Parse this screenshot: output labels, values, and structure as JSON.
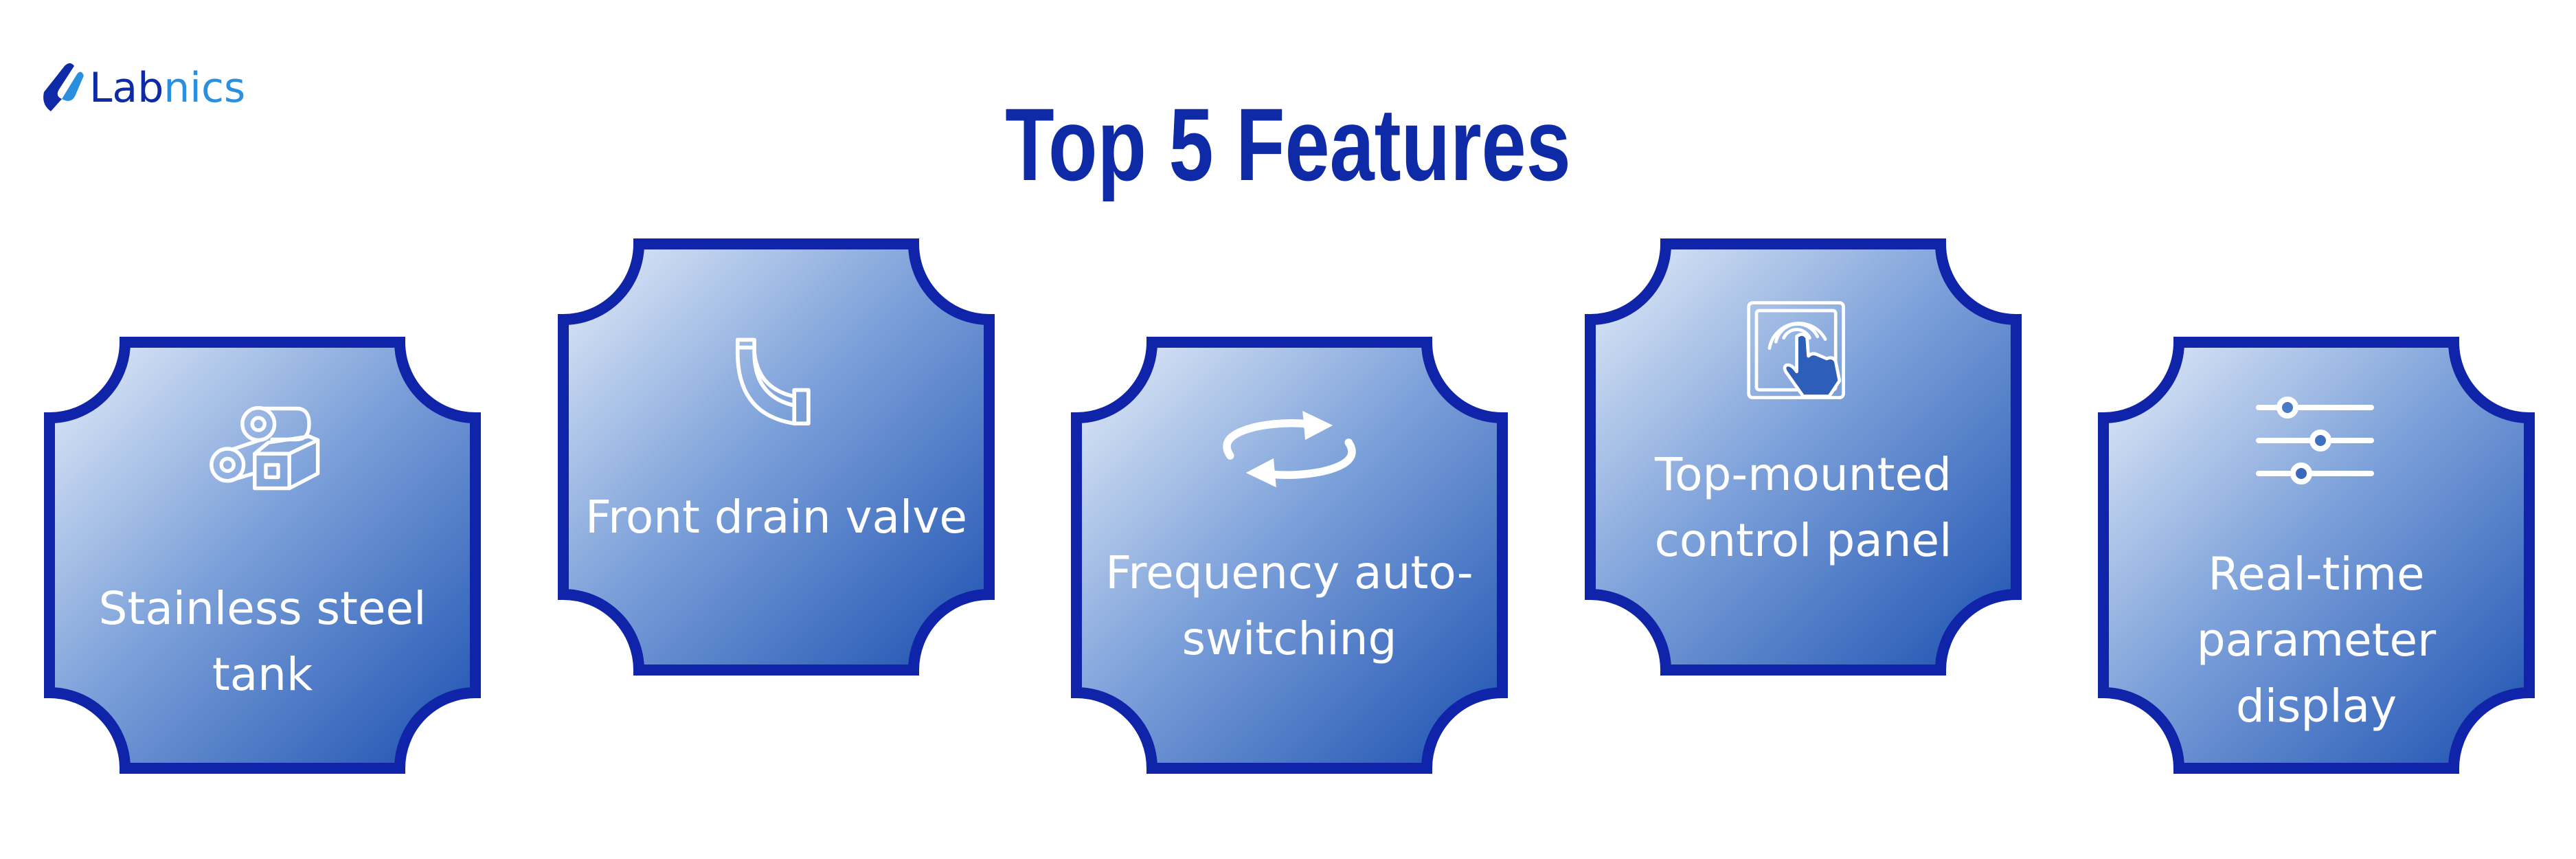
{
  "brand": {
    "name": "Labnics",
    "name_part1": "Lab",
    "name_part2": "nics"
  },
  "title": "Top 5 Features",
  "features": [
    {
      "label": "Stainless steel tank",
      "icon": "steel-pipes-icon"
    },
    {
      "label": "Front drain valve",
      "icon": "drain-elbow-icon"
    },
    {
      "label": "Frequency auto-switching",
      "icon": "rotate-arrows-icon"
    },
    {
      "label": "Top-mounted control panel",
      "icon": "touch-panel-icon"
    },
    {
      "label": "Real-time parameter display",
      "icon": "sliders-icon"
    }
  ],
  "colors": {
    "title": "#0e2aa6",
    "card_border": "#0f24a8",
    "card_gradient_start": "#e6eef9",
    "card_gradient_end": "#1b4fb0",
    "logo_dark": "#0e2aa6",
    "logo_light": "#2b8fe0"
  }
}
